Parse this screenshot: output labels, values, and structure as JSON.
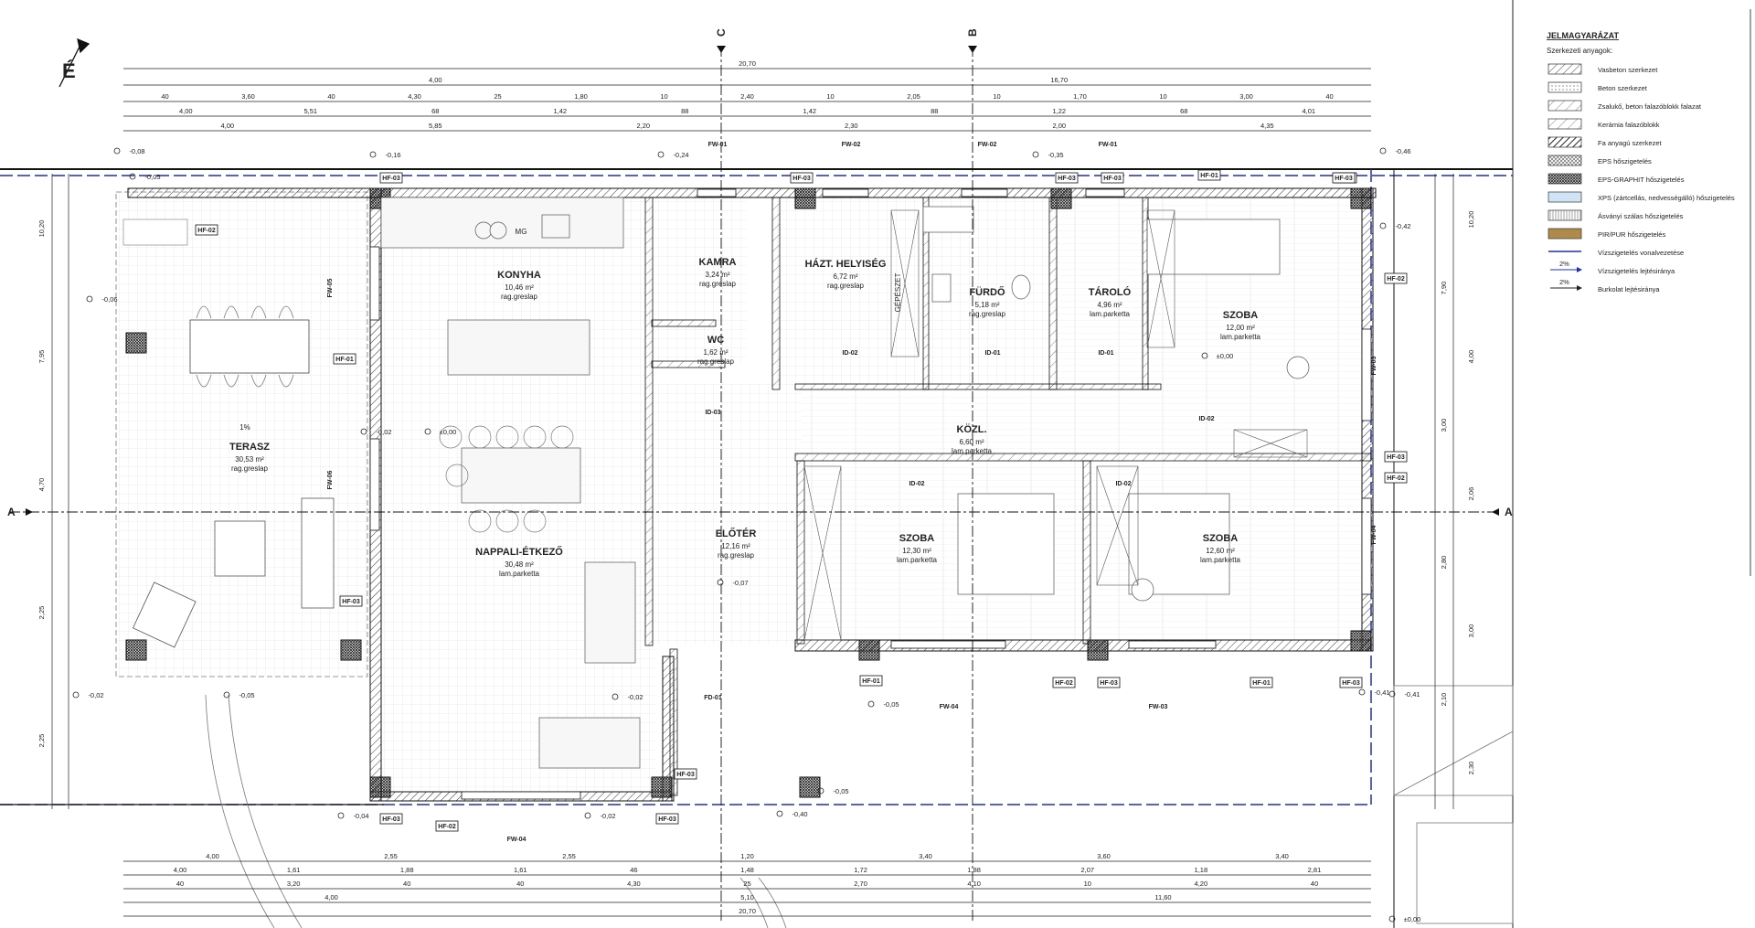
{
  "north_label": "É",
  "axes": {
    "c": "C",
    "b": "B",
    "a_left": "A",
    "a_right": "A"
  },
  "rooms": [
    {
      "name": "KONYHA",
      "area": "10,46 m²",
      "finish": "rag.greslap"
    },
    {
      "name": "KAMRA",
      "area": "3,24 m²",
      "finish": "rag.greslap"
    },
    {
      "name": "WC",
      "area": "1,62 m²",
      "finish": "rag.greslap"
    },
    {
      "name": "HÁZT. HELYISÉG",
      "area": "6,72 m²",
      "finish": "rag.greslap"
    },
    {
      "name": "FÜRDŐ",
      "area": "5,18 m²",
      "finish": "rag.greslap"
    },
    {
      "name": "TÁROLÓ",
      "area": "4,96 m²",
      "finish": "lam.parketta"
    },
    {
      "name": "SZOBA",
      "area": "12,00 m²",
      "finish": "lam.parketta"
    },
    {
      "name": "KÖZL.",
      "area": "6,60 m²",
      "finish": "lam.parketta"
    },
    {
      "name": "TERASZ",
      "area": "30,53 m²",
      "finish": "rag.greslap"
    },
    {
      "name": "NAPPALI-ÉTKEZŐ",
      "area": "30,48 m²",
      "finish": "lam.parketta"
    },
    {
      "name": "ELŐTÉR",
      "area": "12,16 m²",
      "finish": "rag.greslap"
    },
    {
      "name": "SZOBA",
      "area": "12,30 m²",
      "finish": "lam.parketta"
    },
    {
      "name": "SZOBA",
      "area": "12,60 m²",
      "finish": "lam.parketta"
    }
  ],
  "fixture_labels": {
    "mg": "MG",
    "gepeszet": "GÉPÉSZET",
    "slope": "1%"
  },
  "top_dims": {
    "row1": [
      "20,70"
    ],
    "row2": [
      "4,00",
      "16,70"
    ],
    "row3": [
      "40",
      "3,60",
      "40",
      "4,30",
      "25",
      "1,80",
      "10",
      "2,40",
      "10",
      "2,05",
      "10",
      "1,70",
      "10",
      "3,00",
      "40"
    ],
    "row4": [
      "4,00",
      "5,51",
      "68",
      "1,42",
      "88",
      "1,42",
      "88",
      "1,22",
      "68",
      "4,01"
    ],
    "row5": [
      "4,00",
      "5,85",
      "2,20",
      "2,30",
      "2,00",
      "4,35"
    ]
  },
  "bottom_dims": {
    "row1": [
      "4,00",
      "2,55",
      "2,55",
      "1,20",
      "3,40",
      "3,60",
      "3,40"
    ],
    "row2": [
      "4,00",
      "1,61",
      "1,88",
      "1,61",
      "46",
      "1,48",
      "1,72",
      "1,88",
      "2,07",
      "1,18",
      "2,81"
    ],
    "row3": [
      "40",
      "3,20",
      "40",
      "40",
      "4,30",
      "25",
      "2,70",
      "4,10",
      "10",
      "4,20",
      "40"
    ],
    "row4": [
      "4,00",
      "5,10",
      "11,60"
    ],
    "row5": [
      "20,70"
    ]
  },
  "left_dims": [
    "10,20",
    "7,95",
    "4,70",
    "2,25",
    "2,25"
  ],
  "right_dims": [
    "10,20",
    "7,90",
    "4,00",
    "3,00",
    "2,06",
    "2,80",
    "3,00",
    "2,10",
    "2,30"
  ],
  "level_marks": [
    "-0,08",
    "-0,16",
    "-0,24",
    "-0,35",
    "-0,46",
    "-0,42",
    "-0,05",
    "-0,06",
    "-0,02",
    "±0,00",
    "±0,00",
    "-0,07",
    "-0,02",
    "-0,05",
    "-0,04",
    "-0,02",
    "-0,05",
    "-0,05",
    "-0,02",
    "-0,40",
    "-0,41",
    "-0,41",
    "±0,00"
  ],
  "wall_tags": [
    "HF-03",
    "HF-02",
    "HF-01",
    "HF-03",
    "HF-03",
    "HF-02",
    "HF-02",
    "HF-03",
    "HF-03",
    "HF-01",
    "HF-03",
    "HF-03",
    "HF-02",
    "HF-03",
    "HF-01",
    "HF-03",
    "HF-02",
    "HF-03",
    "HF-01",
    "HF-03",
    "HF-03",
    "HF-03"
  ],
  "window_tags": [
    "FW-01",
    "FW-02",
    "FW-02",
    "FW-01",
    "FW-05",
    "FW-06",
    "FW-04",
    "FW-03",
    "FW-04",
    "FW-03",
    "FW-04",
    "FD-01"
  ],
  "door_tags": [
    "ID-02",
    "ID-01",
    "ID-01",
    "ID-03",
    "ID-02",
    "ID-02",
    "ID-02"
  ],
  "legend": {
    "title": "JELMAGYARÁZAT",
    "subtitle": "Szerkezeti anyagok:",
    "items": [
      {
        "label": "Vasbeton szerkezet",
        "pattern": "hatch-dense"
      },
      {
        "label": "Beton szerkezet",
        "pattern": "dots"
      },
      {
        "label": "Zsalukő, beton falazóblokk falazat",
        "pattern": "hatch-wide"
      },
      {
        "label": "Kerámia falazóblokk",
        "pattern": "hatch-light"
      },
      {
        "label": "Fa anyagú szerkezet",
        "pattern": "hatch-bold"
      },
      {
        "label": "EPS hőszigetelés",
        "pattern": "cross-light"
      },
      {
        "label": "EPS-GRAPHIT hőszigetelés",
        "pattern": "cross-dark"
      },
      {
        "label": "XPS (zártcellás, nedvességálló) hőszigetelés",
        "pattern": "wave"
      },
      {
        "label": "Ásványi szálas hőszigetelés",
        "pattern": "vlines"
      },
      {
        "label": "PIR/PUR hőszigetelés",
        "pattern": "brown"
      },
      {
        "label": "Vízszigetelés vonalvezetése",
        "pattern": "blue-line"
      },
      {
        "label": "Vízszigetelés lejtésiránya",
        "pattern": "blue-arrow"
      },
      {
        "label": "Burkolat lejtésiránya",
        "pattern": "black-arrow"
      }
    ],
    "slope_marks": [
      "2%",
      "2%"
    ]
  }
}
